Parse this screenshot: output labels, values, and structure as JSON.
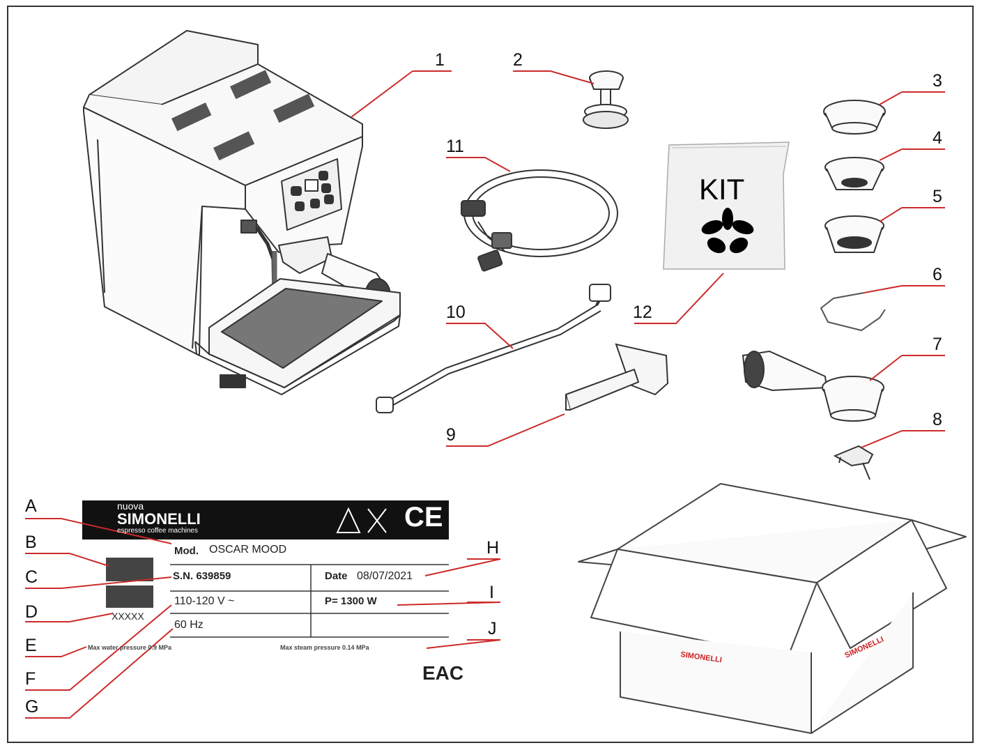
{
  "callouts": {
    "n1": "1",
    "n2": "2",
    "n3": "3",
    "n4": "4",
    "n5": "5",
    "n6": "6",
    "n7": "7",
    "n8": "8",
    "n9": "9",
    "n10": "10",
    "n11": "11",
    "n12": "12",
    "A": "A",
    "B": "B",
    "C": "C",
    "D": "D",
    "E": "E",
    "F": "F",
    "G": "G",
    "H": "H",
    "I": "I",
    "J": "J"
  },
  "kit_label": "KIT",
  "plate": {
    "brand_top": "nuova",
    "brand_name": "SIMONELLI",
    "brand_sub": "espresso coffee machines",
    "mod_key": "Mod.",
    "mod_value": "OSCAR MOOD",
    "sn": "S.N. 639859",
    "date_key": "Date",
    "date_value": "08/07/2021",
    "voltage": "110-120 V ~",
    "power": "P= 1300 W",
    "freq": "60 Hz",
    "max_water": "Max water pressure 0.9 MPa",
    "max_steam": "Max steam pressure 0.14 MPa",
    "xxxxx": "XXXXX",
    "eac": "EAC"
  },
  "box_brand": "SIMONELLI",
  "colors": {
    "leader": "#cc2a2a",
    "ink": "#333333",
    "plate_bg": "#111111"
  }
}
